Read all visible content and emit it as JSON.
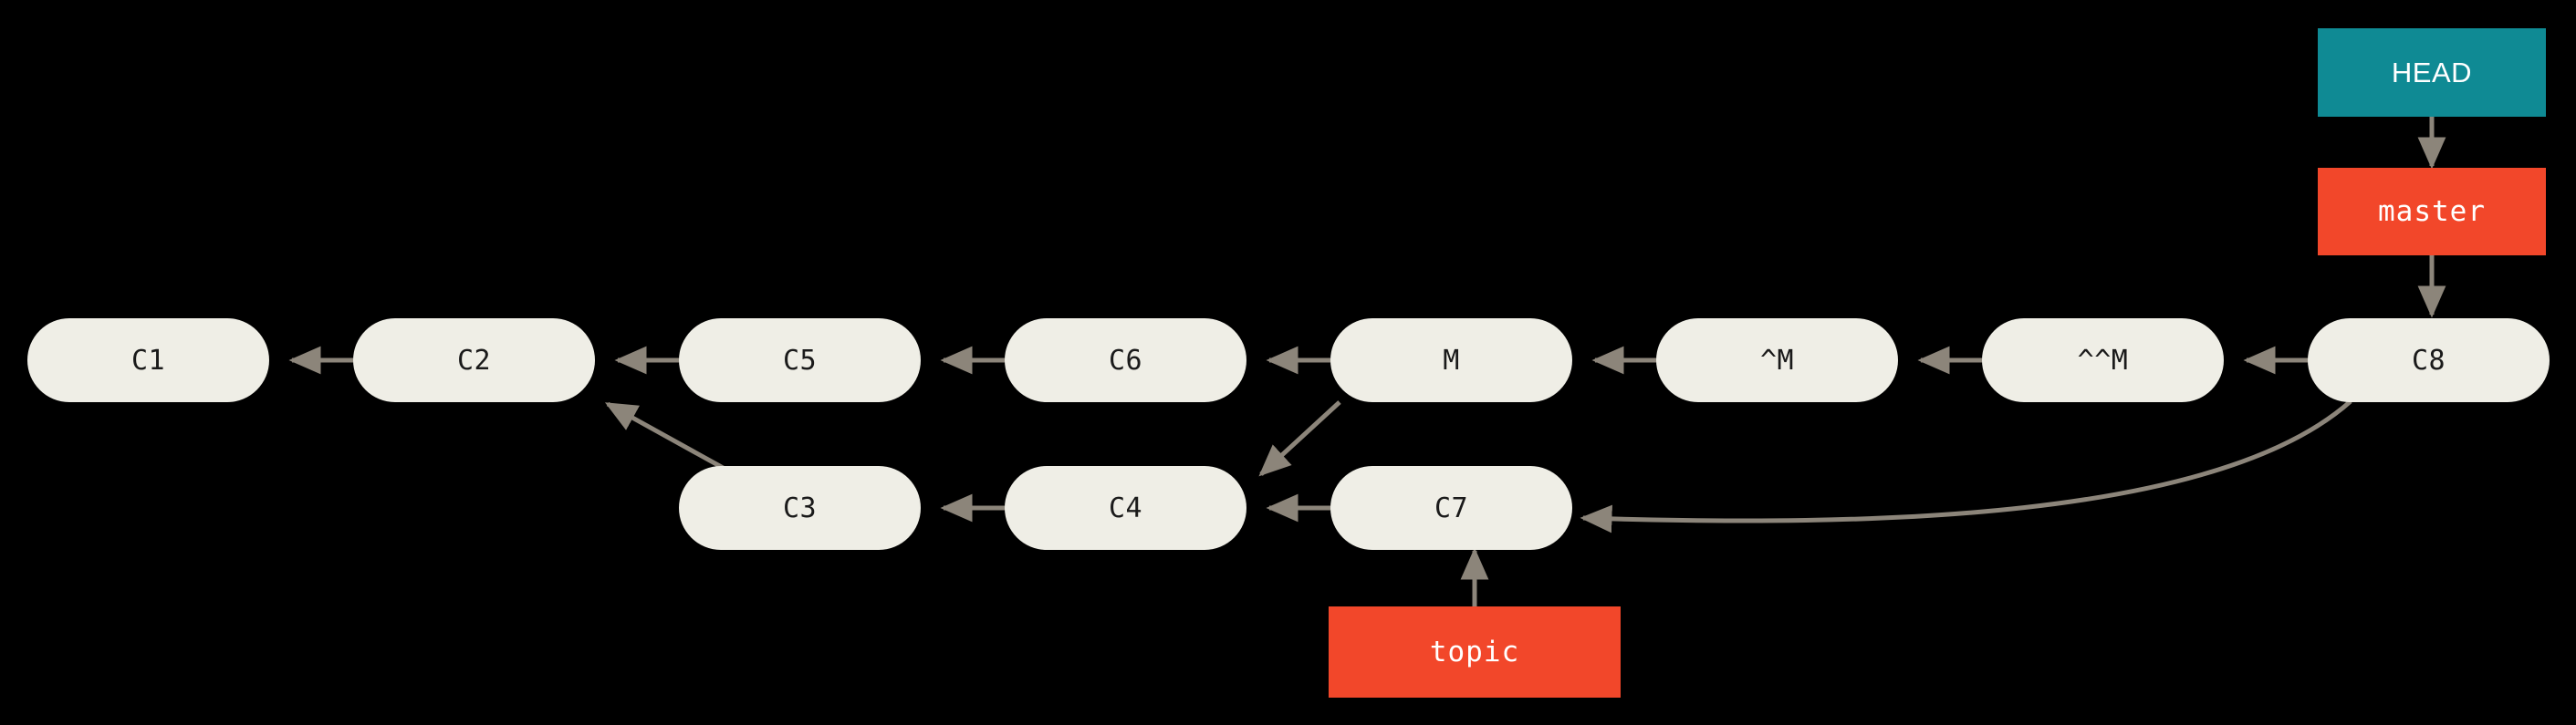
{
  "diagram": {
    "type": "git-commit-graph",
    "background_color": "#000000",
    "commit_fill": "#efeee6",
    "commit_text_color": "#1a1a1a",
    "edge_color": "#8c857a",
    "head_color": "#0f8a94",
    "branch_color": "#f2472a",
    "ref_text_color": "#ffffff"
  },
  "commits": {
    "top_row": [
      {
        "id": "c1",
        "label": "C1"
      },
      {
        "id": "c2",
        "label": "C2"
      },
      {
        "id": "c5",
        "label": "C5"
      },
      {
        "id": "c6",
        "label": "C6"
      },
      {
        "id": "m",
        "label": "M"
      },
      {
        "id": "m_caret",
        "label": "^M"
      },
      {
        "id": "m_caret2",
        "label": "^^M"
      },
      {
        "id": "c8",
        "label": "C8"
      }
    ],
    "bottom_row": [
      {
        "id": "c3",
        "label": "C3"
      },
      {
        "id": "c4",
        "label": "C4"
      },
      {
        "id": "c7",
        "label": "C7"
      }
    ]
  },
  "refs": {
    "head": {
      "label": "HEAD",
      "kind": "head-pointer"
    },
    "master": {
      "label": "master",
      "kind": "branch"
    },
    "topic": {
      "label": "topic",
      "kind": "branch"
    }
  },
  "edges": [
    {
      "from": "C2",
      "to": "C1",
      "style": "straight"
    },
    {
      "from": "C5",
      "to": "C2",
      "style": "straight"
    },
    {
      "from": "C6",
      "to": "C5",
      "style": "straight"
    },
    {
      "from": "M",
      "to": "C6",
      "style": "straight"
    },
    {
      "from": "^M",
      "to": "M",
      "style": "straight"
    },
    {
      "from": "^^M",
      "to": "^M",
      "style": "straight"
    },
    {
      "from": "C8",
      "to": "^^M",
      "style": "straight"
    },
    {
      "from": "C4",
      "to": "C3",
      "style": "straight"
    },
    {
      "from": "C7",
      "to": "C4",
      "style": "straight"
    },
    {
      "from": "C3",
      "to": "C2",
      "style": "diagonal"
    },
    {
      "from": "M",
      "to": "C4",
      "style": "diagonal"
    },
    {
      "from": "C8",
      "to": "C7",
      "style": "curved"
    },
    {
      "from": "HEAD",
      "to": "master",
      "style": "straight"
    },
    {
      "from": "master",
      "to": "C8",
      "style": "straight"
    },
    {
      "from": "topic",
      "to": "C7",
      "style": "straight"
    }
  ]
}
